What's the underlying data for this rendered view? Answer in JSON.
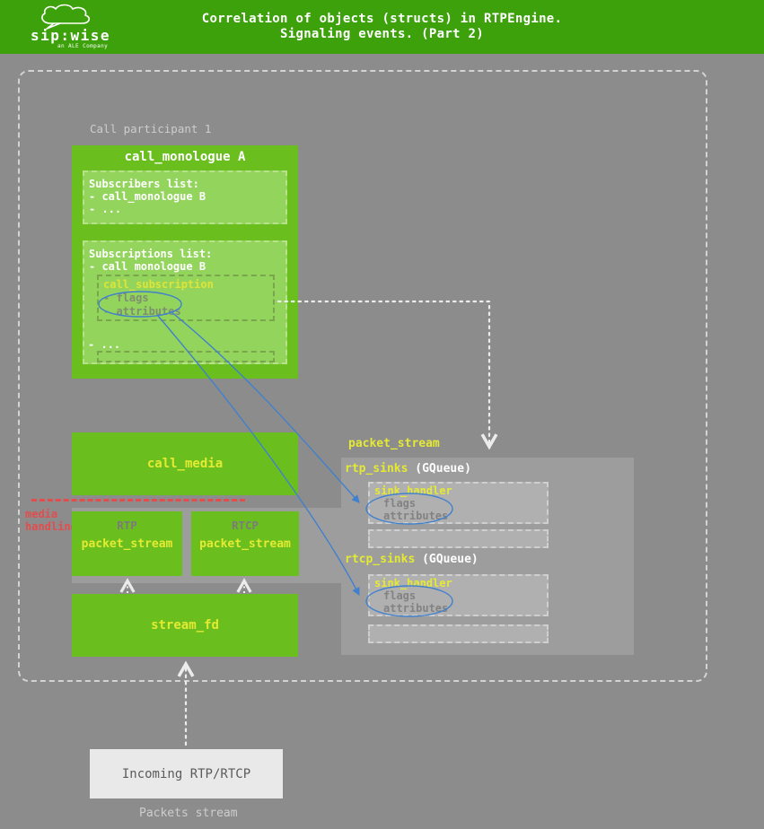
{
  "header": {
    "title_line1": "Correlation of objects (structs) in RTPEngine.",
    "title_line2": "Signaling events. (Part 2)",
    "logo": {
      "name": "sip:wise",
      "tagline": "an ALE Company"
    }
  },
  "labels": {
    "participant": "Call participant 1",
    "media_handling_line1": "media",
    "media_handling_line2": "handling",
    "packet_stream_heading": "packet_stream",
    "incoming": "Incoming RTP/RTCP",
    "packets_stream": "Packets stream"
  },
  "call_monologue": {
    "title": "call_monologue A",
    "subscribers": {
      "title": "Subscribers list:",
      "item1": "- call_monologue B",
      "item2": "- ..."
    },
    "subscriptions": {
      "title": "Subscriptions list:",
      "item1": "- call monologue B",
      "more": "- ...",
      "call_subscription": {
        "title": "call_subscription",
        "flags": "- flags",
        "attributes": "- attributes"
      }
    }
  },
  "call_media": {
    "title": "call_media"
  },
  "streams": {
    "rtp": {
      "proto": "RTP",
      "title": "packet_stream"
    },
    "rtcp": {
      "proto": "RTCP",
      "title": "packet_stream"
    }
  },
  "stream_fd": {
    "title": "stream_fd"
  },
  "sinks": {
    "rtp": {
      "name": "rtp_sinks",
      "type": "(GQueue)",
      "handler": {
        "title": "sink_handler",
        "flags": "flags",
        "attributes": "attributes"
      }
    },
    "rtcp": {
      "name": "rtcp_sinks",
      "type": "(GQueue)",
      "handler": {
        "title": "sink_handler",
        "flags": "flags",
        "attributes": "attributes"
      }
    }
  },
  "colors": {
    "header_green": "#3da10b",
    "box_green": "#6abf1f",
    "inner_green": "#93d45d",
    "accent_yellow": "#e4ea33",
    "alert_red": "#e34d4d",
    "link_blue": "#4080cc",
    "background_gray": "#8c8c8c",
    "panel_gray": "#9d9d9d",
    "slot_gray": "#b0b0b0"
  }
}
